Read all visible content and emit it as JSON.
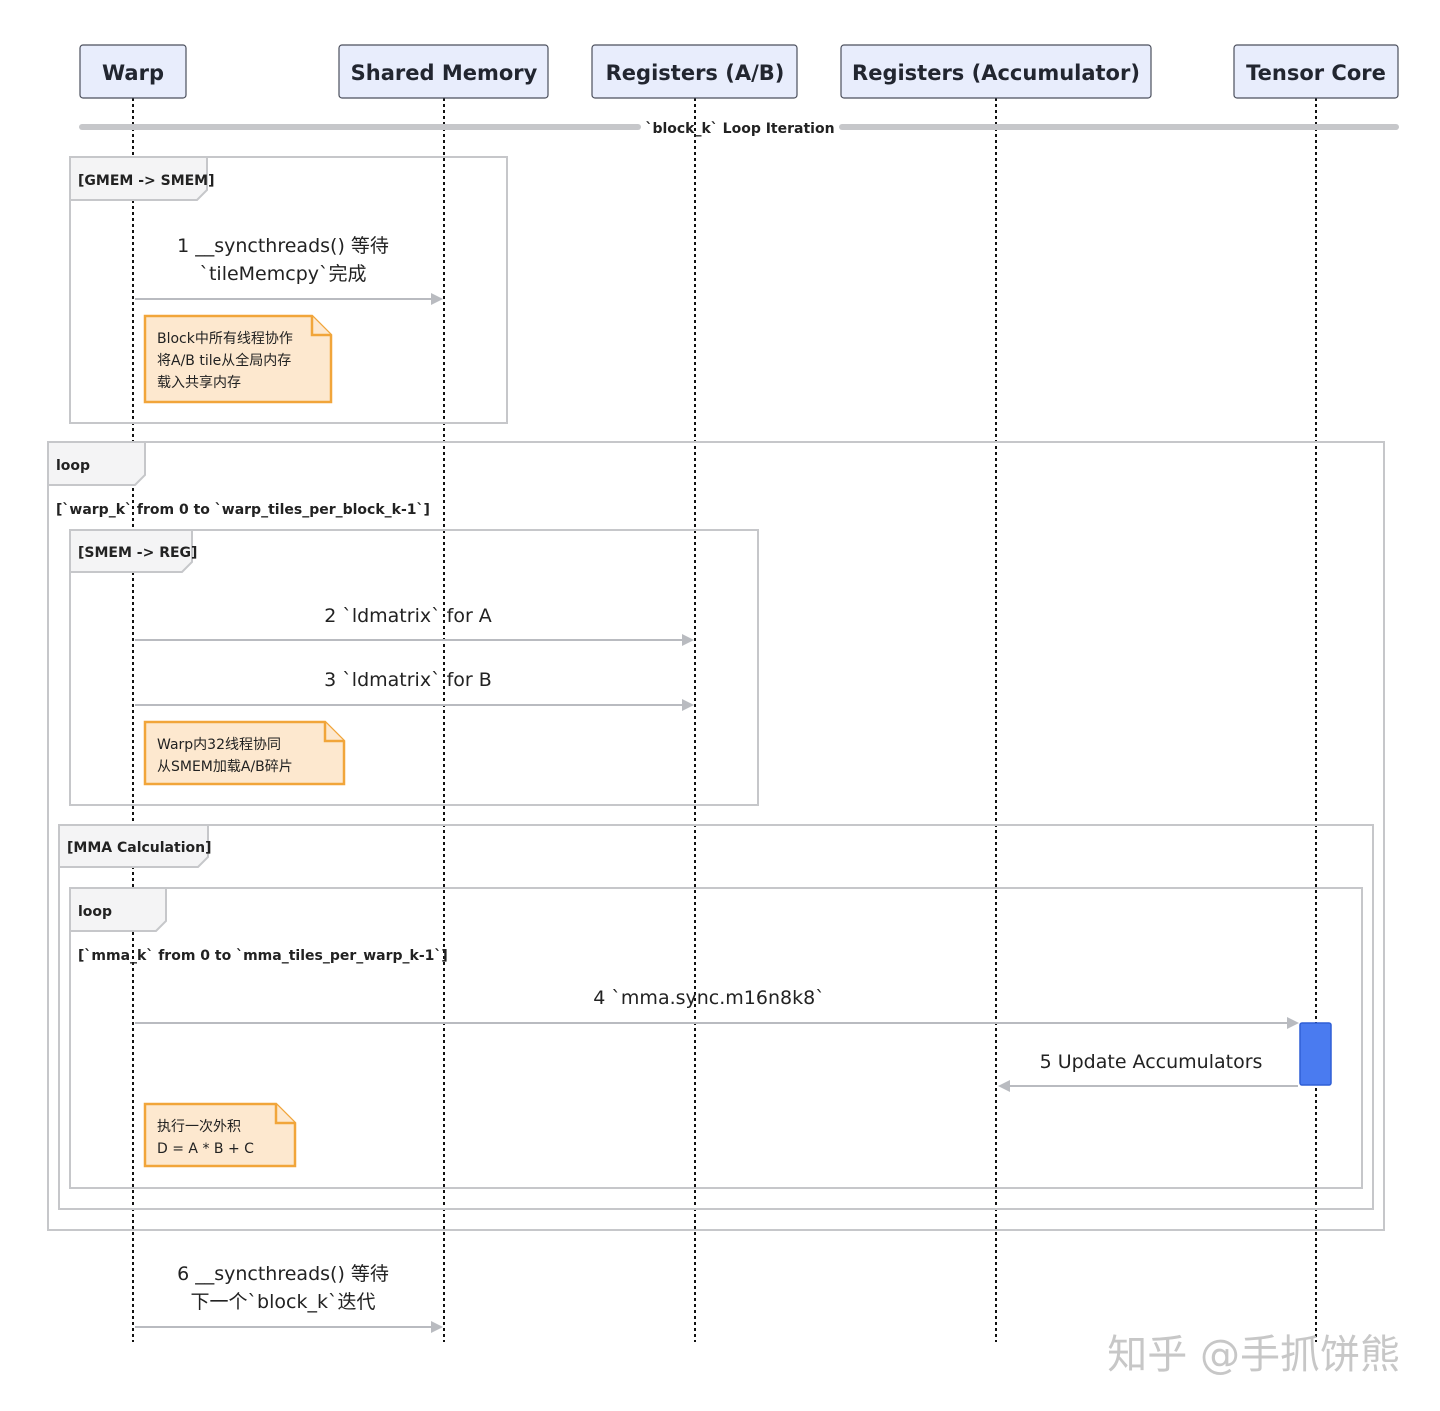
{
  "participants": [
    {
      "id": "warp",
      "label": "Warp"
    },
    {
      "id": "smem",
      "label": "Shared Memory"
    },
    {
      "id": "regab",
      "label": "Registers (A/B)"
    },
    {
      "id": "regacc",
      "label": "Registers (Accumulator)"
    },
    {
      "id": "tc",
      "label": "Tensor Core"
    }
  ],
  "outer_loop": {
    "title": "`block_k` Loop Iteration"
  },
  "groups": {
    "gmem_smem": {
      "label": "[GMEM -> SMEM]"
    },
    "loop_warp": {
      "label": "loop",
      "condition": "[`warp_k` from 0 to `warp_tiles_per_block_k-1`]"
    },
    "smem_reg": {
      "label": "[SMEM -> REG]"
    },
    "mma_calc": {
      "label": "[MMA Calculation]"
    },
    "loop_mma": {
      "label": "loop",
      "condition": "[`mma_k` from 0 to `mma_tiles_per_warp_k-1`]"
    }
  },
  "messages": [
    {
      "lines": [
        "1  __syncthreads() 等待",
        "`tileMemcpy`完成"
      ]
    },
    {
      "lines": [
        "2  `ldmatrix` for A"
      ]
    },
    {
      "lines": [
        "3  `ldmatrix` for B"
      ]
    },
    {
      "lines": [
        "4  `mma.sync.m16n8k8`"
      ]
    },
    {
      "lines": [
        "5  Update Accumulators"
      ]
    },
    {
      "lines": [
        "6  __syncthreads() 等待",
        "下一个`block_k`迭代"
      ]
    }
  ],
  "notes": [
    {
      "lines": [
        "Block中所有线程协作",
        "将A/B tile从全局内存",
        "载入共享内存"
      ]
    },
    {
      "lines": [
        "Warp内32线程协同",
        "从SMEM加载A/B碎片"
      ]
    },
    {
      "lines": [
        "执行一次外积",
        "D = A * B + C"
      ]
    }
  ],
  "watermark": "知乎 @手抓饼熊",
  "colors": {
    "actor_fill": "#e8edfc",
    "note_fill": "#fde8cf",
    "note_border": "#f1a53a",
    "activation": "#4a7bf0"
  }
}
